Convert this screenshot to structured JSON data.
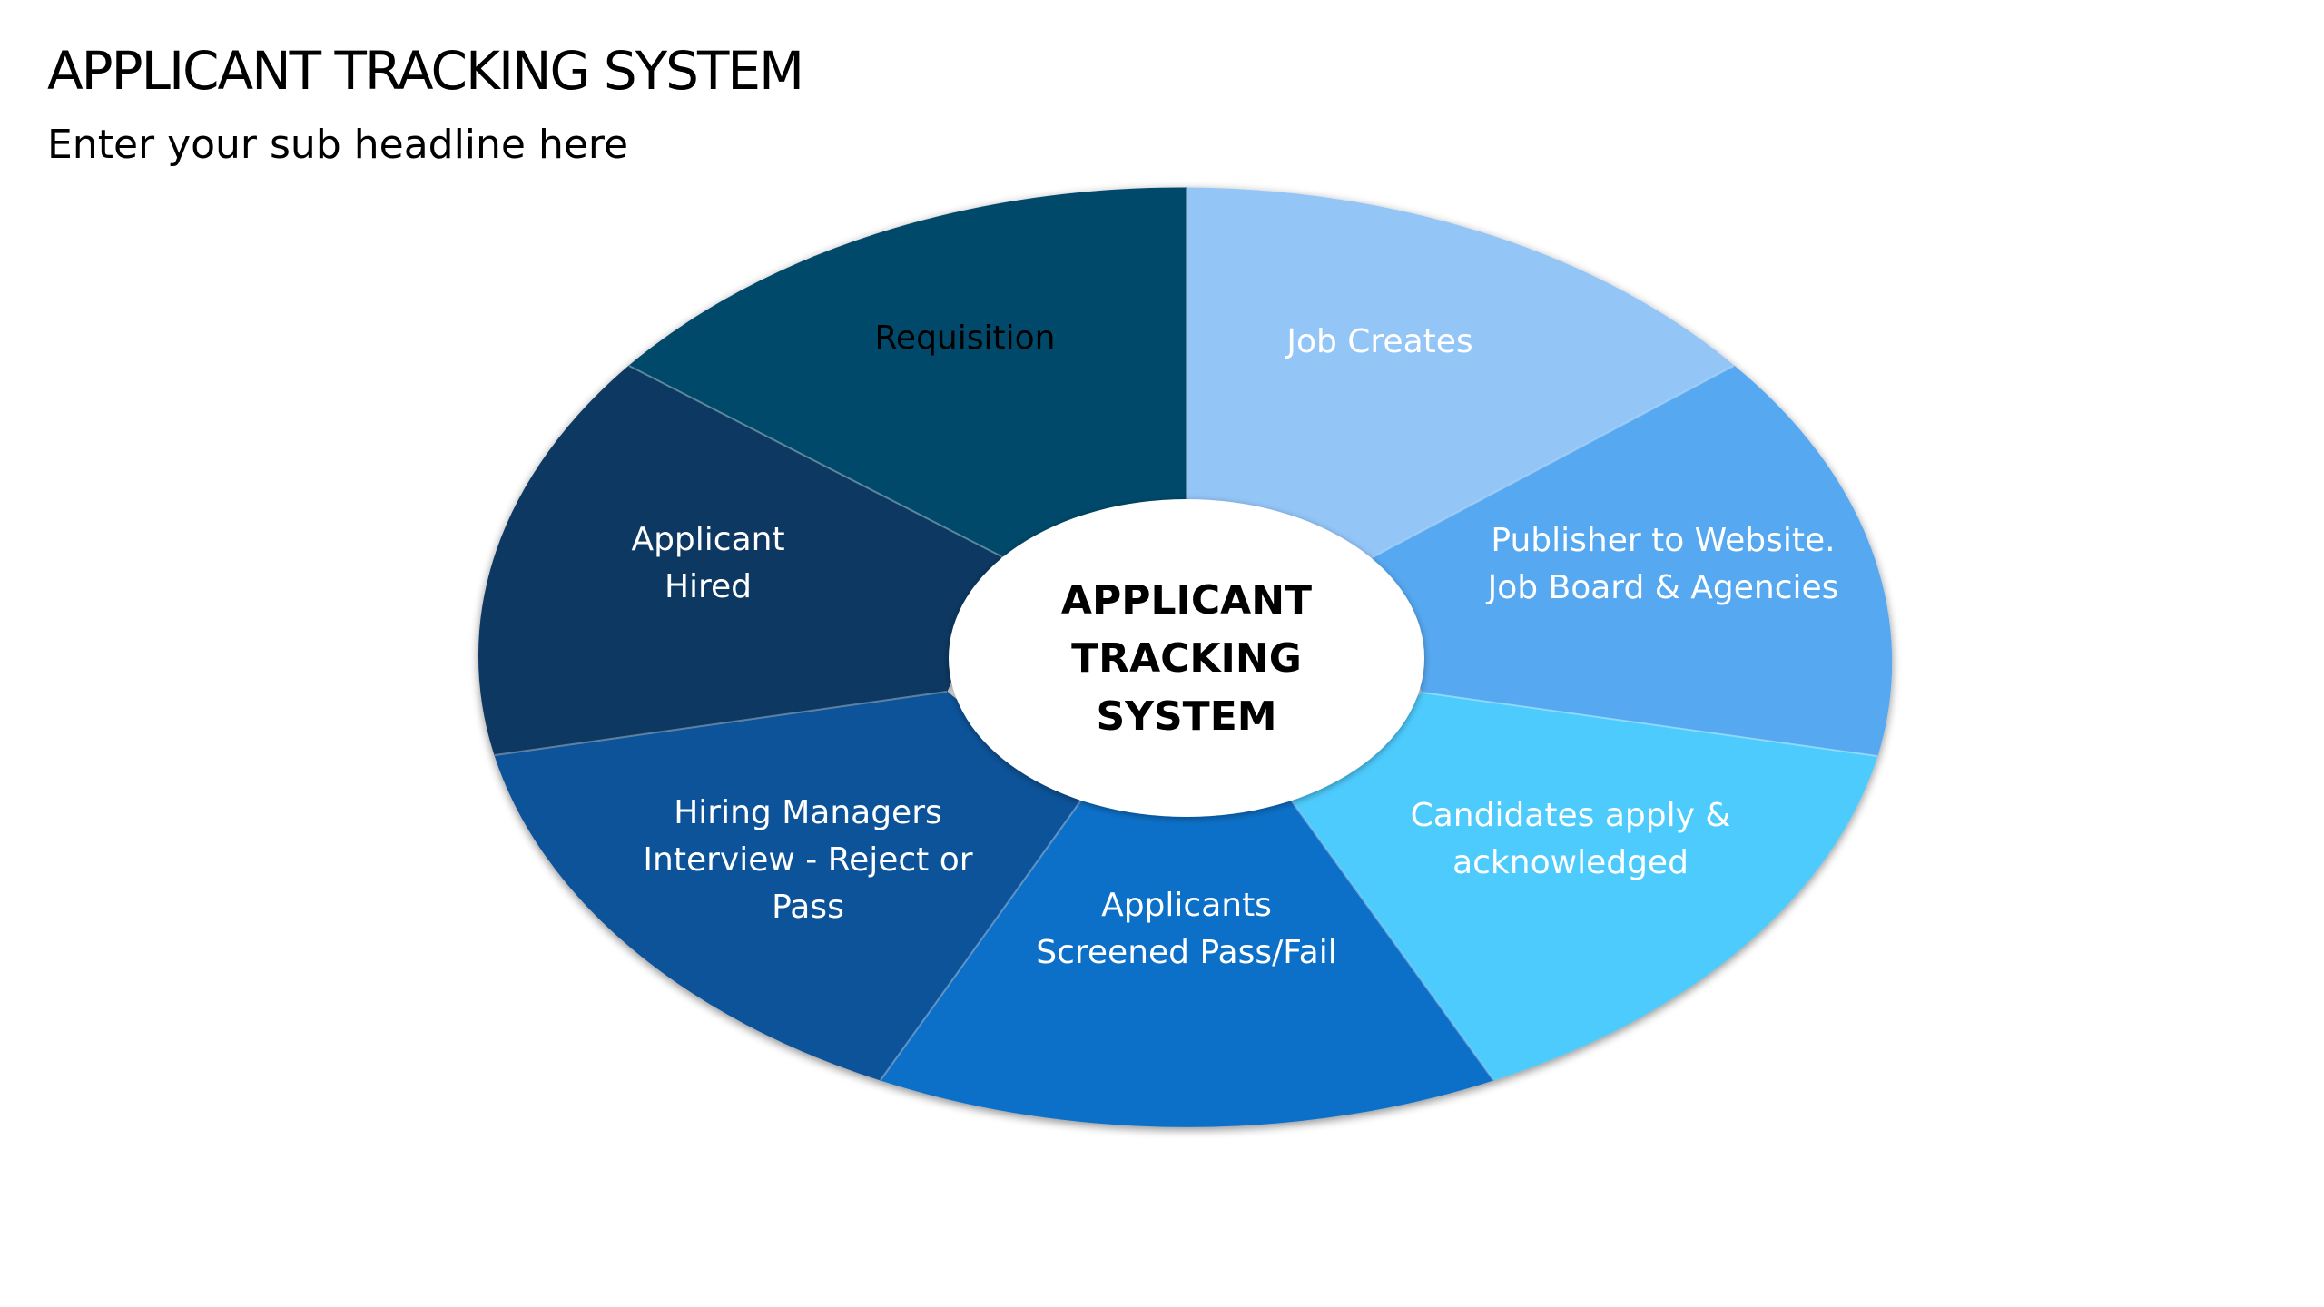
{
  "header": {
    "title": "APPLICANT TRACKING SYSTEM",
    "subtitle": "Enter your sub headline here"
  },
  "diagram": {
    "center": {
      "lines": [
        "APPLICANT",
        "TRACKING",
        "SYSTEM"
      ],
      "fill": "#ffffff",
      "text_color": "#000000"
    },
    "segments": [
      {
        "id": "requisition",
        "lines": [
          "Requisition"
        ],
        "fill": "#93C5F7",
        "text_color": "#000000"
      },
      {
        "id": "job-creates",
        "lines": [
          "Job Creates"
        ],
        "fill": "#57A8F0",
        "text_color": "#ffffff"
      },
      {
        "id": "publisher",
        "lines": [
          "Publisher to Website.",
          "Job Board & Agencies"
        ],
        "fill": "#4DCBFD",
        "text_color": "#ffffff"
      },
      {
        "id": "candidates-apply",
        "lines": [
          "Candidates apply &",
          "acknowledged"
        ],
        "fill": "#0F70C8",
        "text_color": "#ffffff"
      },
      {
        "id": "applicants-screened",
        "lines": [
          "Applicants",
          "Screened Pass/Fail"
        ],
        "fill": "#0D5299",
        "text_color": "#ffffff"
      },
      {
        "id": "hiring-managers",
        "lines": [
          "Hiring Managers",
          "Interview - Reject or",
          "Pass"
        ],
        "fill": "#0A3862",
        "text_color": "#ffffff"
      },
      {
        "id": "applicant-hired",
        "lines": [
          "Applicant",
          "Hired"
        ],
        "fill": "#034A6A",
        "text_color": "#ffffff"
      }
    ]
  }
}
